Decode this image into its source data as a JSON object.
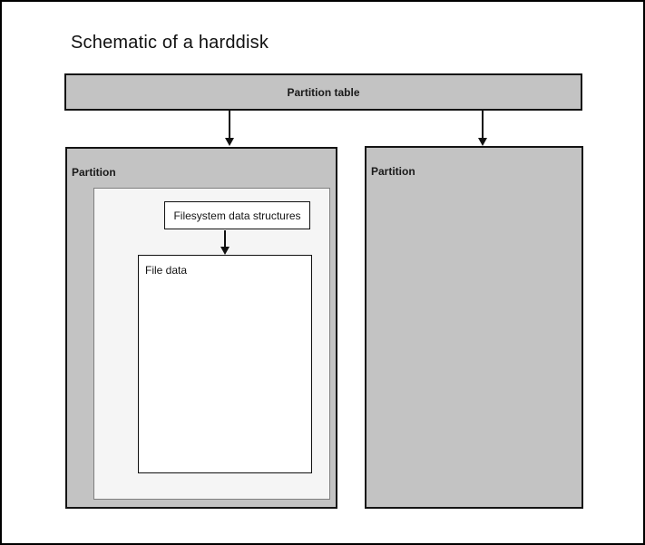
{
  "page": {
    "title": "Schematic of a harddisk"
  },
  "diagram": {
    "partition_table": {
      "label": "Partition table"
    },
    "partition_left": {
      "label": "Partition"
    },
    "partition_right": {
      "label": "Partition"
    },
    "filesystem_structures": {
      "label": "Filesystem data structures"
    },
    "file_data": {
      "label": "File data"
    },
    "colors": {
      "partition_fill": "#c3c3c3",
      "filesystem_region_fill": "#f5f5f5",
      "box_border": "#141414",
      "filesystem_region_border": "#7f7f7f",
      "arrow": "#111111",
      "frame_border": "#000000",
      "background": "#ffffff"
    }
  }
}
